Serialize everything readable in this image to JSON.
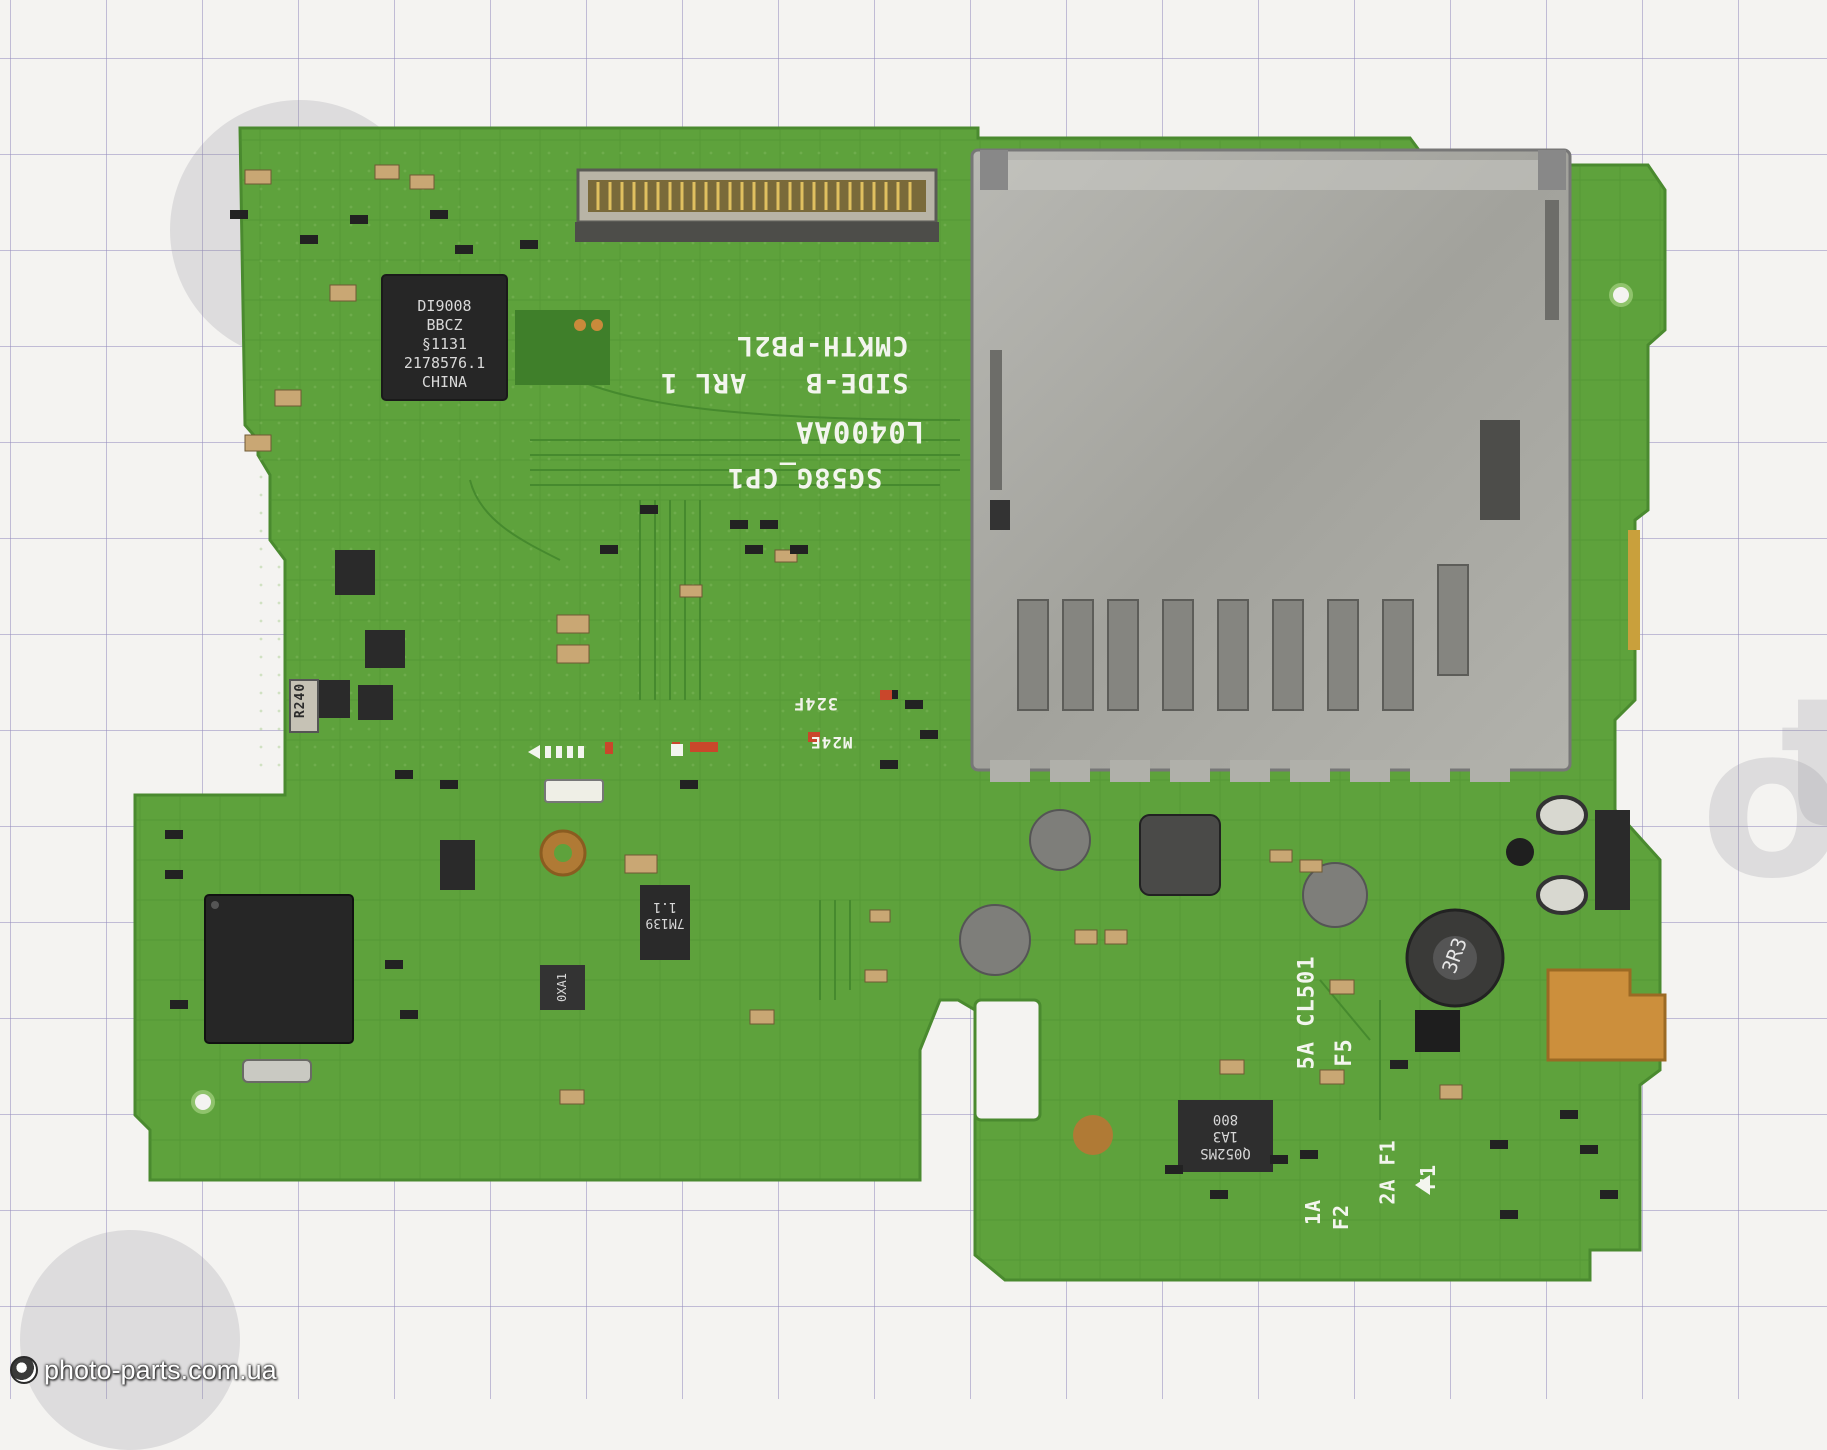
{
  "board_labels": {
    "part_number": "CMKTH-PB2L",
    "side": "SIDE-B",
    "revision": "ARL 1",
    "code": "L0400AA",
    "model": "SG58G_CP1",
    "resistor": "R240",
    "ref_cl501": "5A CL501",
    "ref_f5": "F5",
    "ref_2a": "2A F1",
    "ref_1a": "1A",
    "ref_f2": "F2",
    "ref_f1_side": "F1",
    "code_324f": "324F",
    "code_m24e": "M24E"
  },
  "chips": {
    "main_ic_line1": "DI9008",
    "main_ic_line2": "BBCZ",
    "main_ic_line3": "§1131",
    "main_ic_line4": "2178576.1",
    "main_ic_line5": "CHINA",
    "inductor": "3R3",
    "small_ic": "7M139",
    "small_ic_2": "1.1",
    "qfn_small": "0XA1",
    "bottom_ic_line1": "Q052MS",
    "bottom_ic_line2": "1A3",
    "bottom_ic_line3": "800"
  },
  "watermark": {
    "text": "photo-parts.com.ua",
    "icon": "camera-lens-icon"
  },
  "colors": {
    "pcb": "#5ea23c",
    "pcb_dark": "#3f7f2a",
    "shield": "#a9a9a4",
    "chip": "#262626"
  }
}
